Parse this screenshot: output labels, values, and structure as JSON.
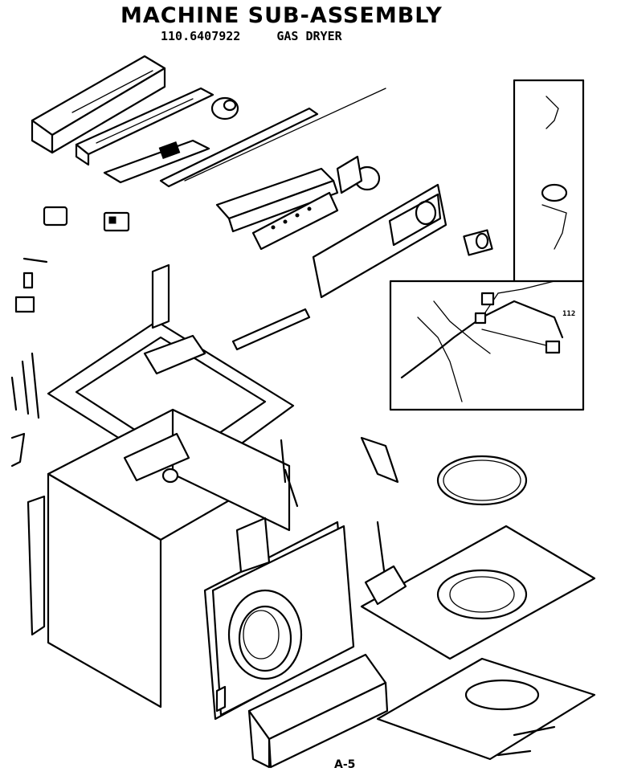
{
  "header": {
    "title": "MACHINE SUB-ASSEMBLY",
    "model": "110.6407922",
    "product": "GAS DRYER"
  },
  "footer": {
    "page": "A-5"
  },
  "inset": {
    "label": "112"
  }
}
